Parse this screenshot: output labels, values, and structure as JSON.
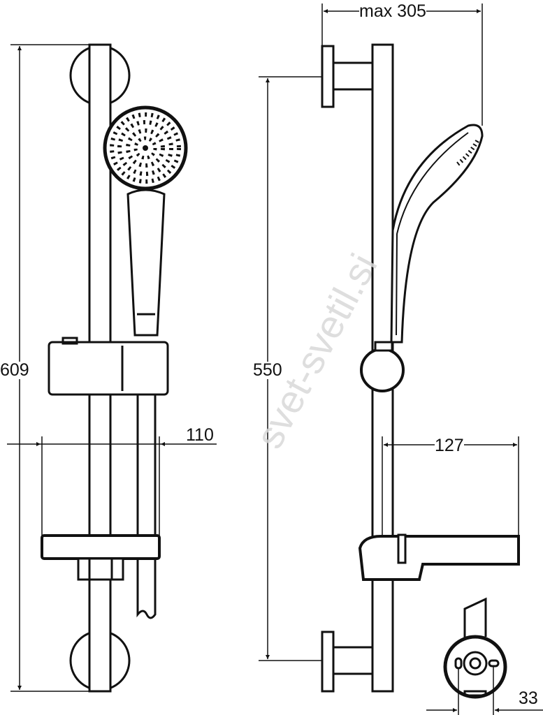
{
  "dimensions": {
    "max_width": "max 305",
    "total_height": "609",
    "bracket_spacing": "550",
    "dish_width_front": "110",
    "dish_depth_side": "127",
    "bracket_offset": "33"
  },
  "watermark": "svet-svetil.si",
  "colors": {
    "line": "#111111",
    "watermark": "#d9d9d9"
  }
}
